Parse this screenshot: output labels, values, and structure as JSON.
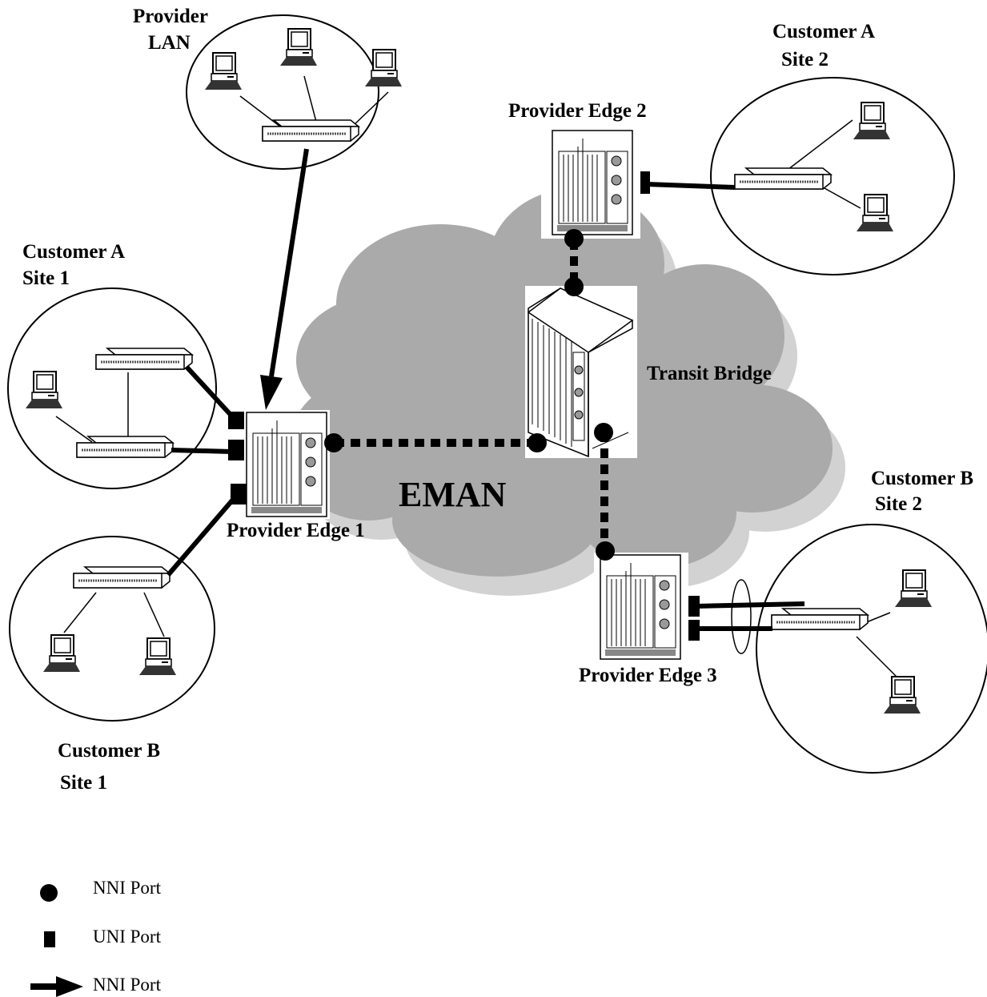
{
  "labels": {
    "provider_lan_line1": "Provider",
    "provider_lan_line2": "LAN",
    "customer_a_site2_line1": "Customer A",
    "customer_a_site2_line2": "Site 2",
    "provider_edge_2": "Provider Edge 2",
    "customer_a_site1_line1": "Customer A",
    "customer_a_site1_line2": "Site 1",
    "transit_bridge": "Transit Bridge",
    "eman": "EMAN",
    "provider_edge_1": "Provider Edge 1",
    "customer_b_site2_line1": "Customer B",
    "customer_b_site2_line2": "Site 2",
    "provider_edge_3": "Provider Edge 3",
    "customer_b_site1_line1": "Customer B",
    "customer_b_site1_line2": "Site 1"
  },
  "legend": [
    {
      "symbol": "circle",
      "label": "NNI Port"
    },
    {
      "symbol": "square",
      "label": "UNI Port"
    },
    {
      "symbol": "arrow",
      "label": "NNI Port"
    }
  ],
  "colors": {
    "cloud": "#aaaaaa",
    "cloud_shadow": "#d2d2d2",
    "line": "#000000"
  }
}
